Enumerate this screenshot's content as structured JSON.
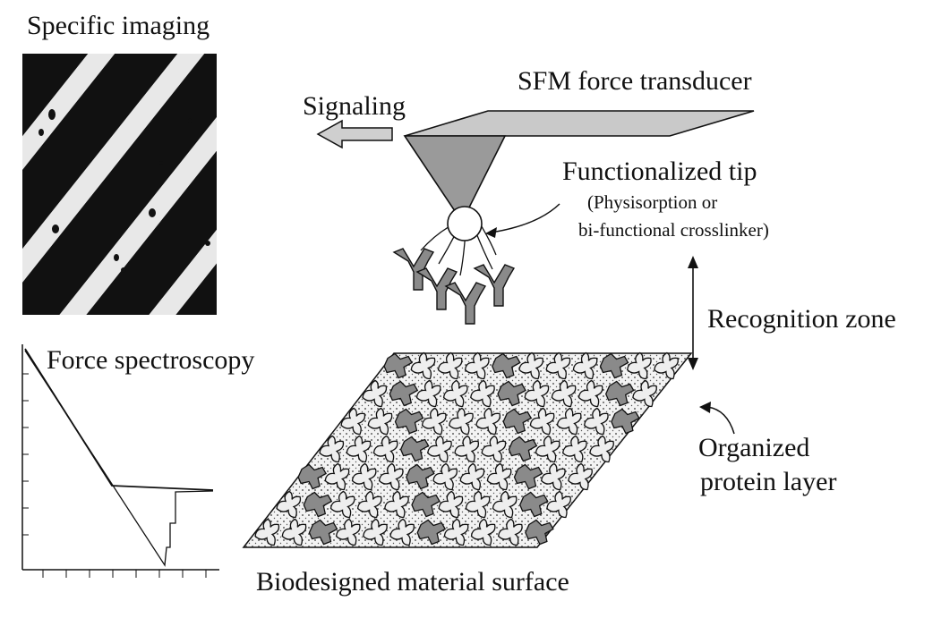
{
  "labels": {
    "specific_imaging": "Specific imaging",
    "force_spectroscopy": "Force spectroscopy",
    "signaling": "Signaling",
    "transducer": "SFM force transducer",
    "tip": "Functionalized tip",
    "tip_note_1": "(Physisorption or",
    "tip_note_2": "bi-functional crosslinker)",
    "recognition_zone": "Recognition zone",
    "organized_1": "Organized",
    "organized_2": "protein layer",
    "surface": "Biodesigned material surface"
  },
  "colors": {
    "ink": "#111111",
    "cantilever_fill": "#c9c9c9",
    "molecule_dark": "#8a8a8a",
    "molecule_light": "#eeeeee",
    "surface_fill": "#f3f3f3"
  }
}
